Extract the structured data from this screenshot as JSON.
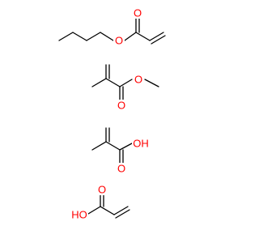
{
  "colors": {
    "background": "#ffffff",
    "bond": "#000000",
    "oxygen": "#ff0000"
  },
  "molecules": [
    {
      "atoms": {
        "o_carbonyl": "O",
        "o_ester": "O"
      }
    },
    {
      "atoms": {
        "o_carbonyl": "O",
        "o_ester": "O"
      }
    },
    {
      "atoms": {
        "o_carbonyl": "O",
        "oh": "OH"
      }
    },
    {
      "atoms": {
        "o_carbonyl": "O",
        "oh": "HO"
      }
    }
  ]
}
